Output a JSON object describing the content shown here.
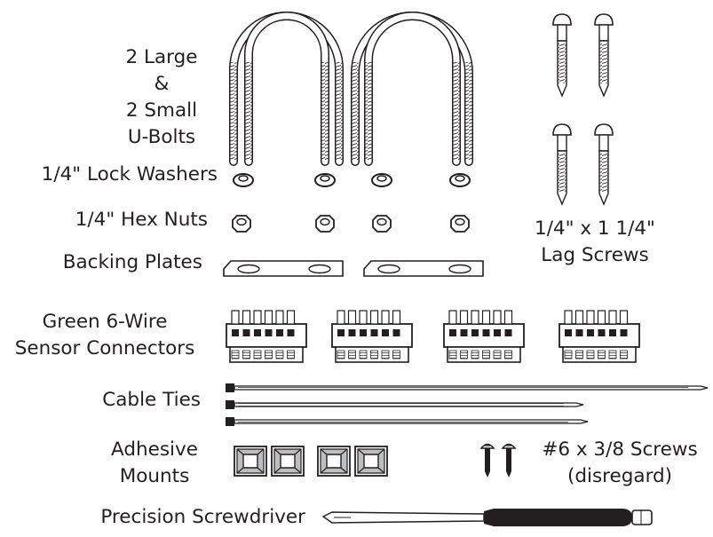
{
  "labels": {
    "ubolts": [
      "2 Large",
      "&",
      "2 Small",
      "U-Bolts"
    ],
    "lock_washers": "1/4\" Lock Washers",
    "hex_nuts": "1/4\" Hex Nuts",
    "backing_plates": "Backing Plates",
    "lag_screws": [
      "1/4\" x 1 1/4\"",
      "Lag Screws"
    ],
    "sensor_connectors": [
      "Green 6-Wire",
      "Sensor Connectors"
    ],
    "cable_ties": "Cable Ties",
    "adhesive_mounts": [
      "Adhesive",
      "Mounts"
    ],
    "small_screws": [
      "#6  x 3/8 Screws",
      "(disregard)"
    ],
    "screwdriver": "Precision Screwdriver"
  },
  "colors": {
    "ink": "#231f20",
    "fill": "#ffffff",
    "shade": "#bcbec0",
    "handle": "#231f20"
  }
}
